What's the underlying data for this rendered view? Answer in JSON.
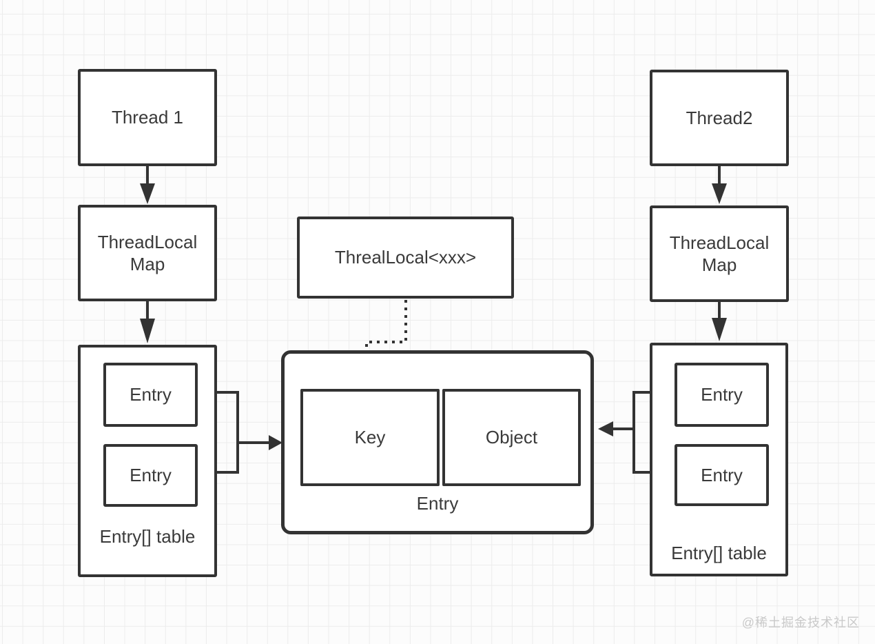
{
  "left": {
    "thread_label": "Thread 1",
    "map_line1": "ThreadLocal",
    "map_line2": "Map",
    "entries": [
      "Entry",
      "Entry"
    ],
    "table_label": "Entry[] table"
  },
  "right": {
    "thread_label": "Thread2",
    "map_line1": "ThreadLocal",
    "map_line2": "Map",
    "entries": [
      "Entry",
      "Entry"
    ],
    "table_label": "Entry[] table"
  },
  "center": {
    "threadlocal_label": "ThrealLocal<xxx>",
    "key_label": "Key",
    "object_label": "Object",
    "entry_label": "Entry"
  },
  "watermark": "@稀土掘金技术社区",
  "colors": {
    "stroke": "#333333",
    "text": "#3a3a3a",
    "node_fill": "#ffffff",
    "grid_line": "#ececec",
    "background": "#fcfcfc",
    "watermark": "#c9c9c9"
  }
}
